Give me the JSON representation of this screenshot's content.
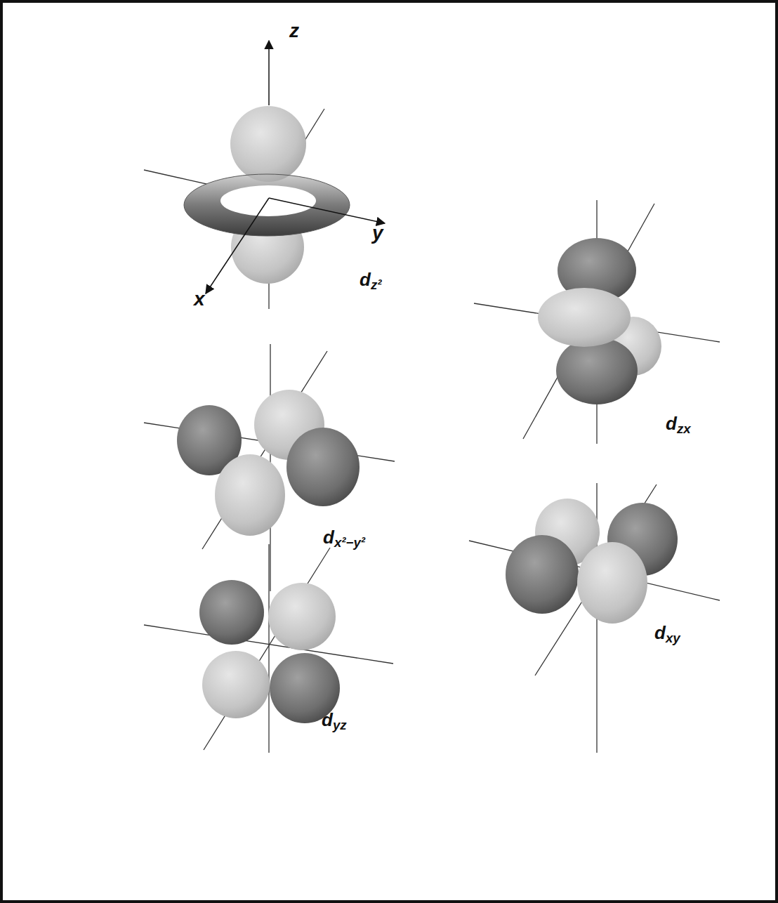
{
  "diagram": {
    "labels": [
      "z",
      "y",
      "x",
      "dz²",
      "dzx",
      "dx²−y²",
      "dyz",
      "dxy"
    ]
  }
}
